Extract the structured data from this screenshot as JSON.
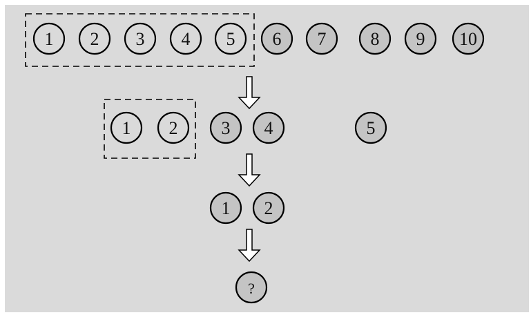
{
  "colors": {
    "background": "#dadada",
    "plain_circle_fill": "#dadada",
    "highlighted_circle_fill": "#c4c4c4",
    "stroke": "#000000"
  },
  "rows": [
    {
      "nodes": [
        {
          "label": "1",
          "highlighted": false
        },
        {
          "label": "2",
          "highlighted": false
        },
        {
          "label": "3",
          "highlighted": false
        },
        {
          "label": "4",
          "highlighted": false
        },
        {
          "label": "5",
          "highlighted": false
        },
        {
          "label": "6",
          "highlighted": true
        },
        {
          "label": "7",
          "highlighted": true
        },
        {
          "label": "8",
          "highlighted": true
        },
        {
          "label": "9",
          "highlighted": true
        },
        {
          "label": "10",
          "highlighted": true
        }
      ],
      "group_size": 5
    },
    {
      "nodes": [
        {
          "label": "1",
          "highlighted": false
        },
        {
          "label": "2",
          "highlighted": false
        },
        {
          "label": "3",
          "highlighted": true
        },
        {
          "label": "4",
          "highlighted": true
        },
        {
          "label": "5",
          "highlighted": true
        }
      ],
      "group_size": 2
    },
    {
      "nodes": [
        {
          "label": "1",
          "highlighted": true
        },
        {
          "label": "2",
          "highlighted": true
        }
      ],
      "group_size": 0
    },
    {
      "nodes": [
        {
          "label": "?",
          "highlighted": true
        }
      ],
      "group_size": 0
    }
  ]
}
